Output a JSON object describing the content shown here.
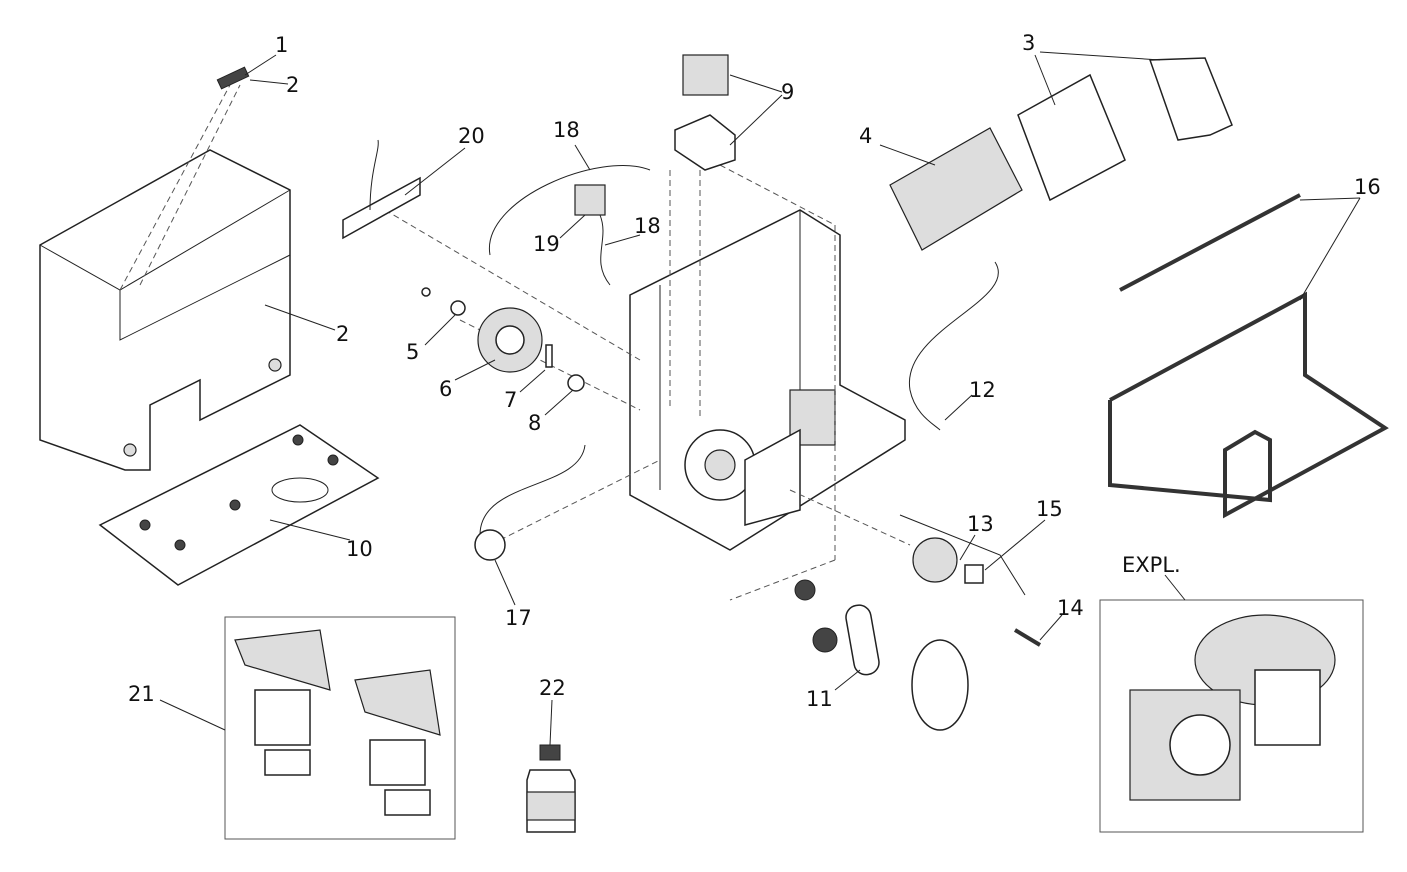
{
  "callouts": [
    {
      "id": "c1",
      "text": "1"
    },
    {
      "id": "c2a",
      "text": "2"
    },
    {
      "id": "c2b",
      "text": "2"
    },
    {
      "id": "c3",
      "text": "3"
    },
    {
      "id": "c4",
      "text": "4"
    },
    {
      "id": "c5",
      "text": "5"
    },
    {
      "id": "c6",
      "text": "6"
    },
    {
      "id": "c7",
      "text": "7"
    },
    {
      "id": "c8",
      "text": "8"
    },
    {
      "id": "c9",
      "text": "9"
    },
    {
      "id": "c10",
      "text": "10"
    },
    {
      "id": "c11",
      "text": "11"
    },
    {
      "id": "c12",
      "text": "12"
    },
    {
      "id": "c13",
      "text": "13"
    },
    {
      "id": "c14",
      "text": "14"
    },
    {
      "id": "c15",
      "text": "15"
    },
    {
      "id": "c16",
      "text": "16"
    },
    {
      "id": "c17",
      "text": "17"
    },
    {
      "id": "c18a",
      "text": "18"
    },
    {
      "id": "c18b",
      "text": "18"
    },
    {
      "id": "c19",
      "text": "19"
    },
    {
      "id": "c20",
      "text": "20"
    },
    {
      "id": "c21",
      "text": "21"
    },
    {
      "id": "c22",
      "text": "22"
    },
    {
      "id": "expl",
      "text": "EXPL."
    }
  ]
}
